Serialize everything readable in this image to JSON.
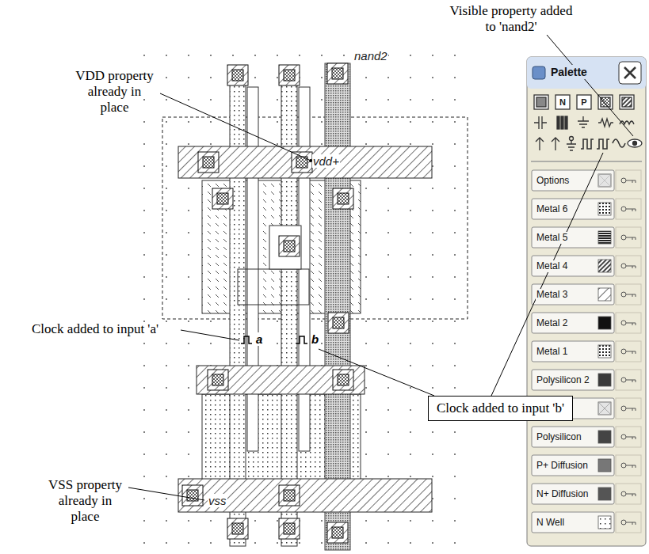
{
  "diagram": {
    "nodes": [
      {
        "text": [
          "Palette"
        ]
      },
      {
        "text": [
          "Options"
        ],
        "in": 0
      },
      {
        "text": [
          "Metal 6"
        ],
        "in": 0
      },
      {
        "text": [
          "Metal 5"
        ],
        "in": 0
      },
      {
        "text": [
          "Metal 4"
        ],
        "in": 0
      },
      {
        "text": [
          "Metal 3"
        ],
        "in": 0
      },
      {
        "text": [
          "Metal 2"
        ],
        "in": 0
      },
      {
        "text": [
          "Metal 1"
        ],
        "in": 0
      },
      {
        "text": [
          "Polysilicon 2"
        ],
        "in": 0
      },
      {
        "text": [
          "Polysilicon"
        ],
        "in": 0
      },
      {
        "text": [
          "P+ Diffusion"
        ],
        "in": 0
      },
      {
        "text": [
          "N+ Diffusion"
        ],
        "in": 0
      },
      {
        "text": [
          "N Well"
        ],
        "in": 0
      },
      {
        "text": [
          "Clock added to input 'b'"
        ]
      }
    ],
    "labels": [
      "Visible property added to 'nand2'",
      "VDD property already in place",
      "Clock added to input 'a'",
      "VSS property already in place",
      "nand2",
      "vdd+",
      "a",
      "b",
      "vss",
      "N",
      "P"
    ]
  }
}
